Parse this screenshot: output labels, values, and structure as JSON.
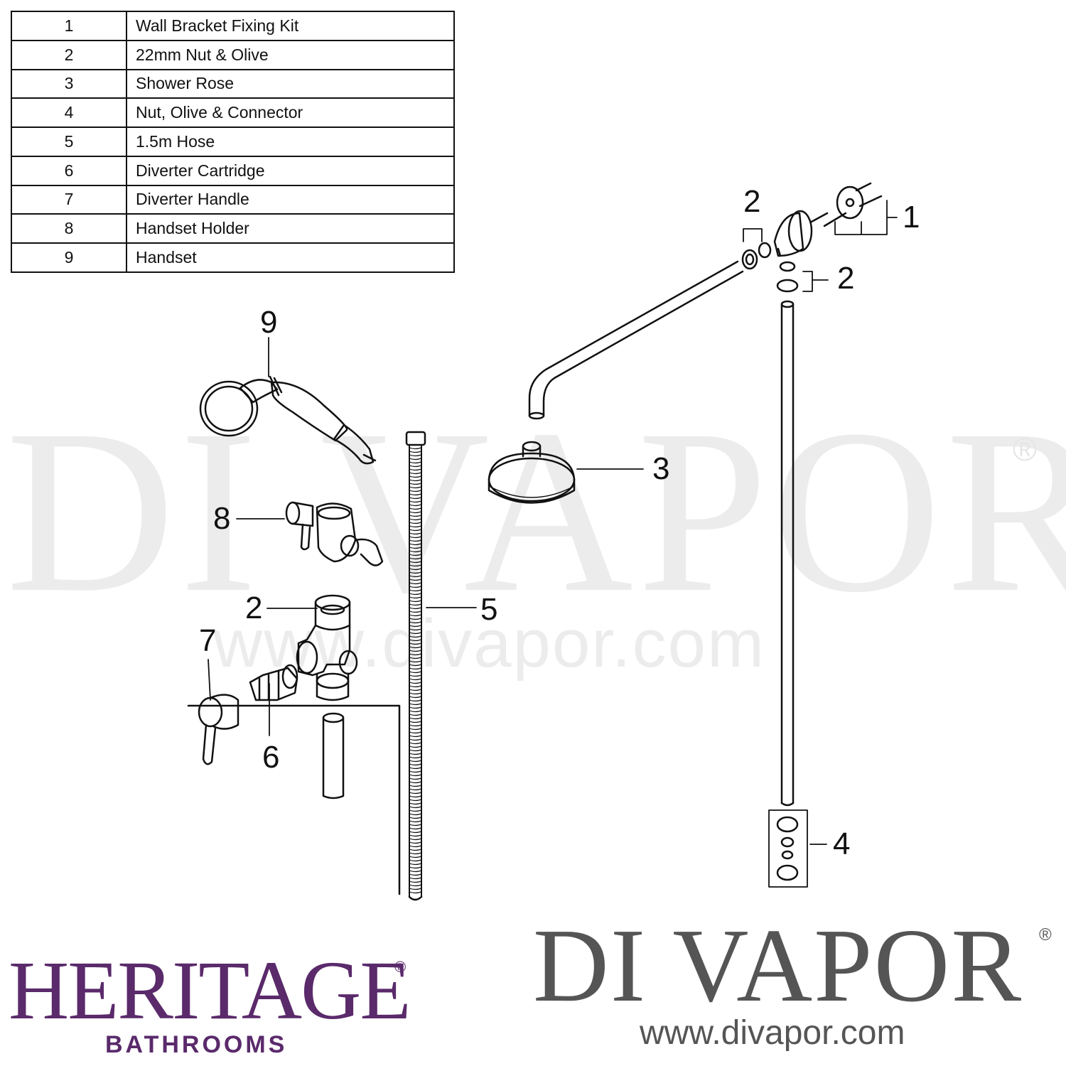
{
  "parts": [
    {
      "num": "1",
      "desc": "Wall Bracket Fixing Kit"
    },
    {
      "num": "2",
      "desc": "22mm Nut & Olive"
    },
    {
      "num": "3",
      "desc": "Shower Rose"
    },
    {
      "num": "4",
      "desc": "Nut, Olive & Connector"
    },
    {
      "num": "5",
      "desc": "1.5m Hose"
    },
    {
      "num": "6",
      "desc": "Diverter Cartridge"
    },
    {
      "num": "7",
      "desc": "Diverter Handle"
    },
    {
      "num": "8",
      "desc": "Handset Holder"
    },
    {
      "num": "9",
      "desc": "Handset"
    }
  ],
  "callouts": {
    "c1": "1",
    "c2a": "2",
    "c2b": "2",
    "c2c": "2",
    "c3": "3",
    "c4": "4",
    "c5": "5",
    "c6": "6",
    "c7": "7",
    "c8": "8",
    "c9": "9"
  },
  "watermark": {
    "main": "DI VAPOR",
    "registered": "®",
    "url": "www.divapor.com"
  },
  "brand_left": {
    "name": "HERITAGE",
    "registered": "®",
    "sub": "BATHROOMS",
    "color": "#5a2a6b"
  },
  "brand_right": {
    "name": "DI VAPOR",
    "registered": "®",
    "url": "www.divapor.com",
    "color": "#555555"
  }
}
